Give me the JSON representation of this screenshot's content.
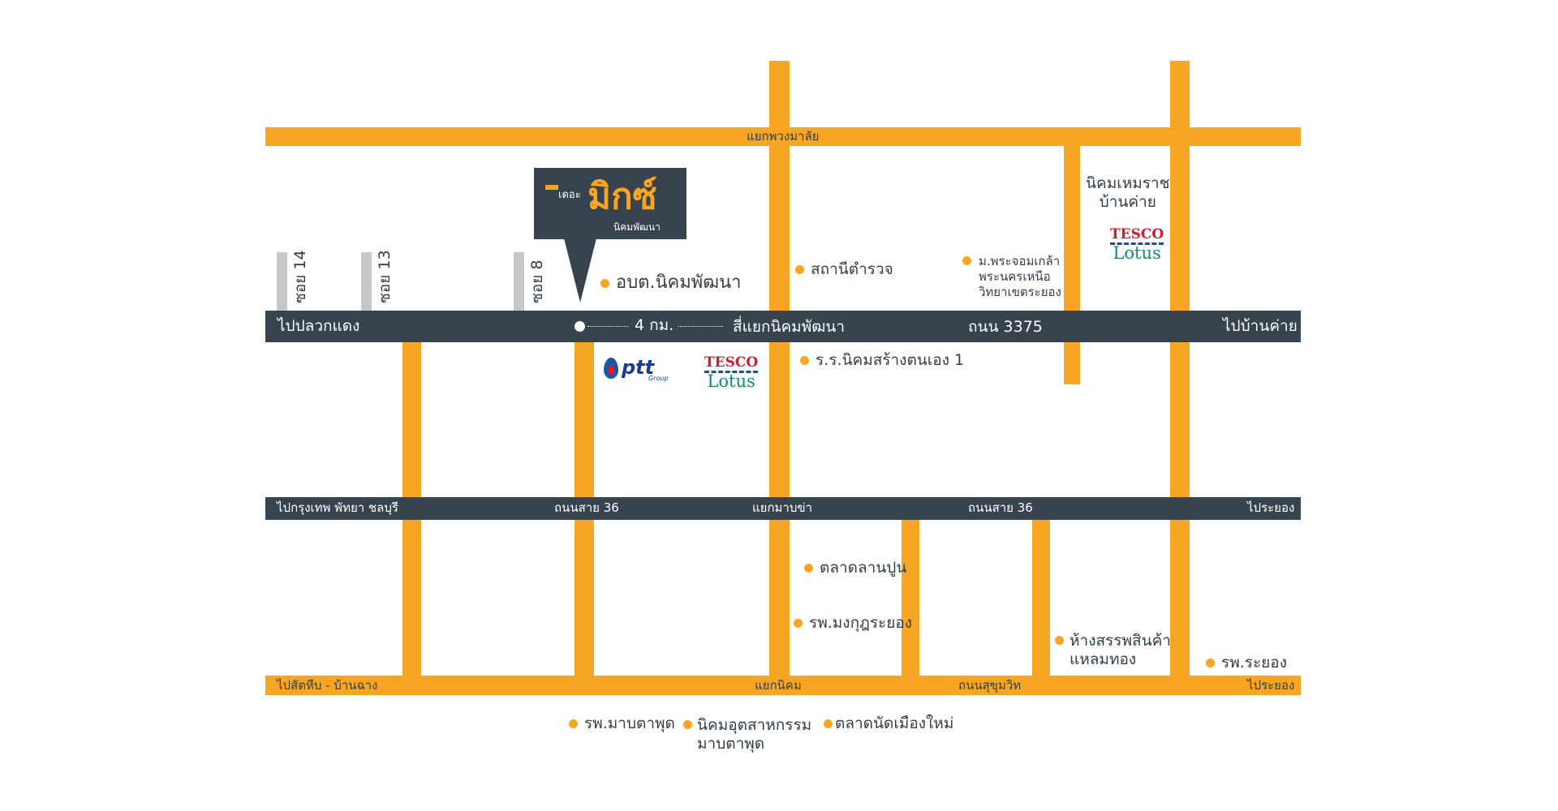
{
  "roads": {
    "top": "แยกพวงมาลัย",
    "main_left": "ไปปลวกแดง",
    "main_distance": "4 กม.",
    "main_junction": "สี่แยกนิคมพัฒนา",
    "main_road_name": "ถนน 3375",
    "main_right": "ไปบ้านค่าย",
    "mid_left": "ไปกรุงเทพ พัทยา ชลบุรี",
    "mid_road1": "ถนนสาย 36",
    "mid_junction": "แยกมาบข่า",
    "mid_road2": "ถนนสาย 36",
    "mid_right": "ไประยอง",
    "bottom_left": "ไปสัตหีบ - บ้านฉาง",
    "bottom_junction": "แยกนิคม",
    "bottom_road": "ถนนสุขุมวิท",
    "bottom_right": "ไประยอง"
  },
  "soi": [
    "ซอย 14",
    "ซอย 13",
    "ซอย 8"
  ],
  "logo": {
    "prefix": "เดอะ",
    "name": "มิกซ์",
    "sub": "นิคมพัฒนา"
  },
  "places": {
    "obt": "อบต.นิคมพัฒนา",
    "police": "สถานีตำรวจ",
    "univ": [
      "ม.พระจอมเกล้า",
      "พระนครเหนือ",
      "วิทยาเขตระยอง"
    ],
    "hemaraj": [
      "นิคมเหมราช",
      "บ้านค่าย"
    ],
    "school": "ร.ร.นิคมสร้างตนเอง 1",
    "market": "ตลาดลานปูน",
    "hosp_mongkut": "รพ.มงกุฎระยอง",
    "mall": [
      "ห้างสรรพสินค้า",
      "แหลมทอง"
    ],
    "hosp_rayong": "รพ.ระยอง",
    "hosp_maptaphut": "รพ.มาบตาพุด",
    "estate": [
      "นิคมอุตสาหกรรม",
      "มาบตาพุด"
    ],
    "market2": "ตลาดนัดเมืองใหม่"
  },
  "brands": {
    "ptt": "ptt",
    "ptt_sub": "Group",
    "tesco": "TESCO",
    "lotus": "Lotus"
  },
  "colors": {
    "road": "#f6a623",
    "main_road": "#37444f"
  }
}
